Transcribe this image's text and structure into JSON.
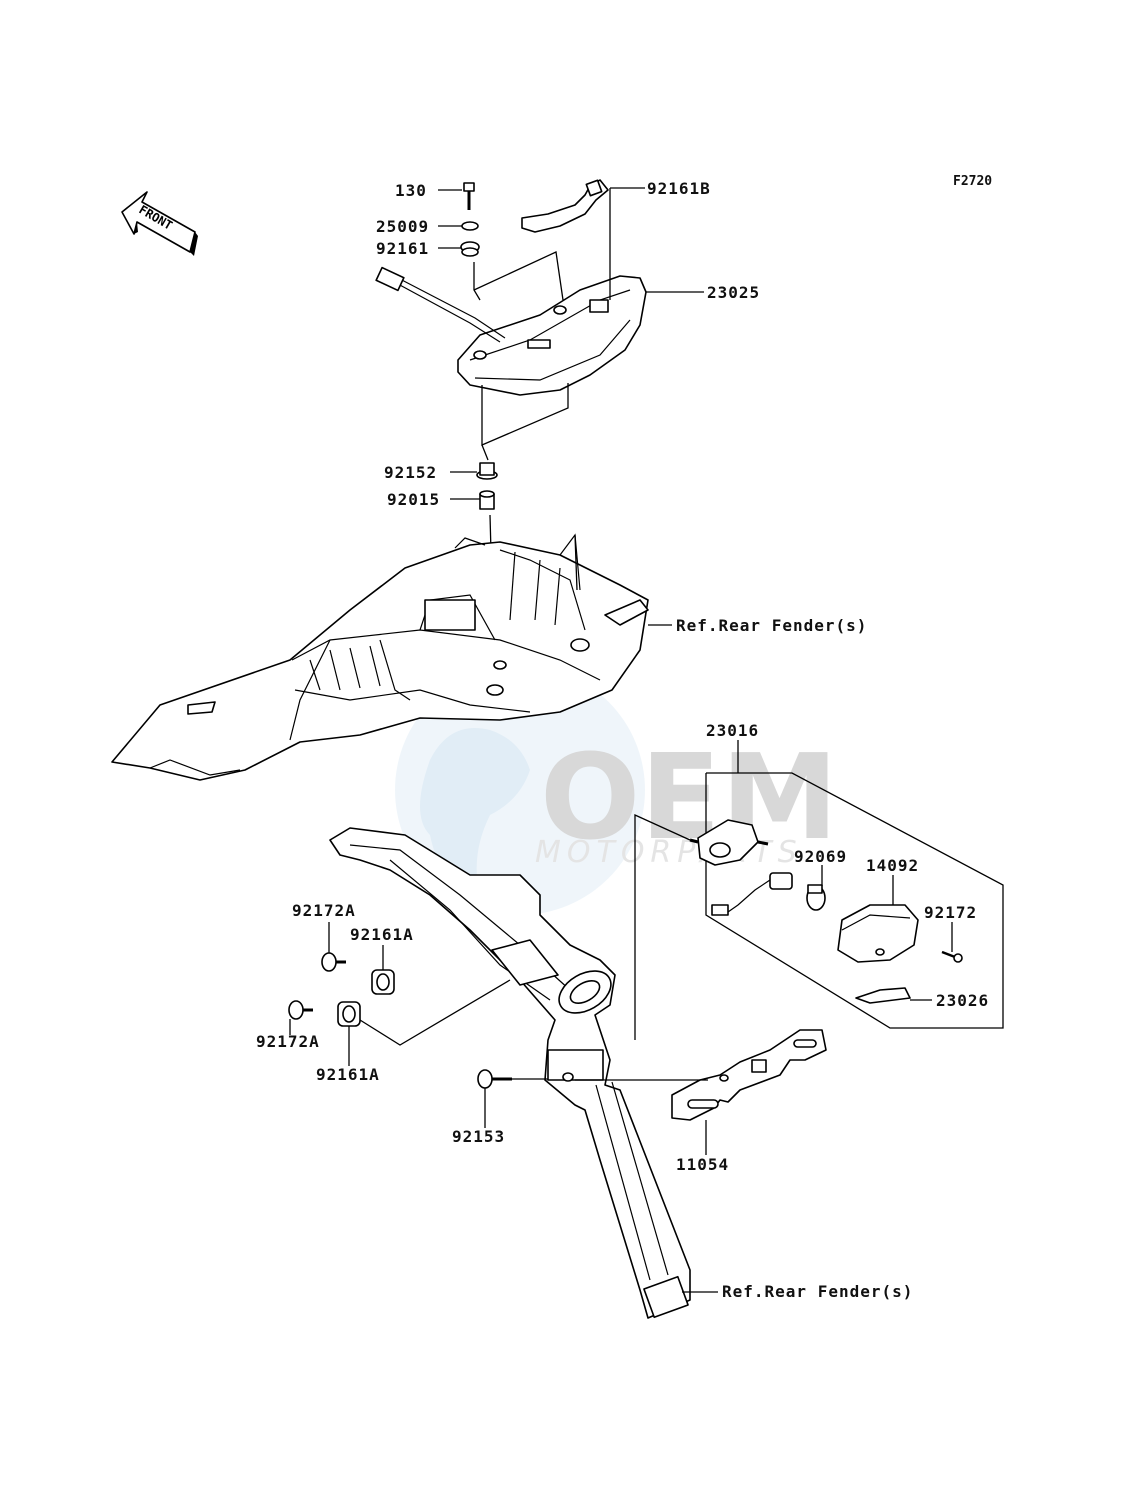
{
  "figure_code": "F2720",
  "front_label": "FRONT",
  "watermark": {
    "brand": "OEM",
    "sub": "MOTORPARTS"
  },
  "parts": {
    "p130": "130",
    "p25009": "25009",
    "p92161": "92161",
    "p92161B": "92161B",
    "p23025": "23025",
    "p92152": "92152",
    "p92015": "92015",
    "ref_upper": "Ref.Rear Fender(s)",
    "p23016": "23016",
    "p92069": "92069",
    "p14092": "14092",
    "p92172": "92172",
    "p23026": "23026",
    "p92172A_top": "92172A",
    "p92161A_top": "92161A",
    "p92172A_bottom": "92172A",
    "p92161A_bottom": "92161A",
    "p92153": "92153",
    "p11054": "11054",
    "ref_lower": "Ref.Rear Fender(s)"
  }
}
